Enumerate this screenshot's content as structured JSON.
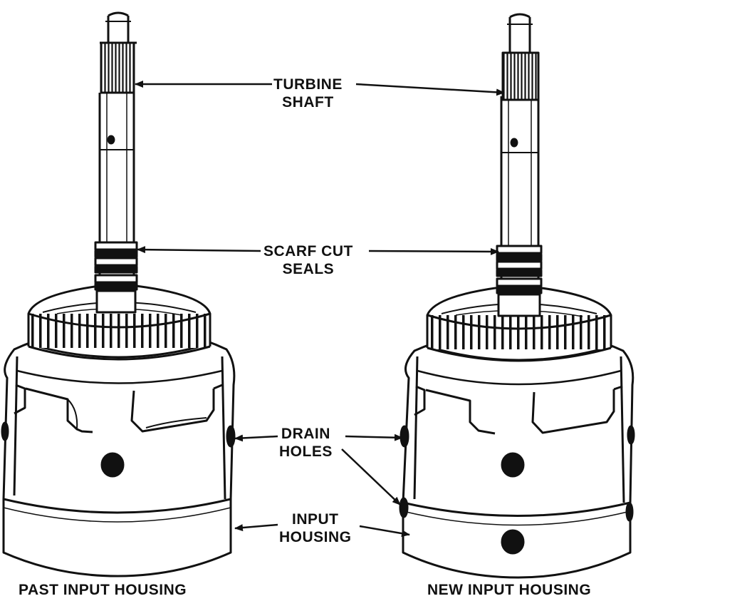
{
  "labels": {
    "turbine_shaft": [
      "TURBINE",
      "SHAFT"
    ],
    "scarf_cut_seals": [
      "SCARF CUT",
      "SEALS"
    ],
    "drain_holes": [
      "DRAIN",
      "HOLES"
    ],
    "input_housing": [
      "INPUT",
      "HOUSING"
    ]
  },
  "captions": {
    "past": "PAST INPUT HOUSING",
    "new": "NEW INPUT HOUSING"
  },
  "colors": {
    "ink": "#111111",
    "paper": "#ffffff"
  }
}
